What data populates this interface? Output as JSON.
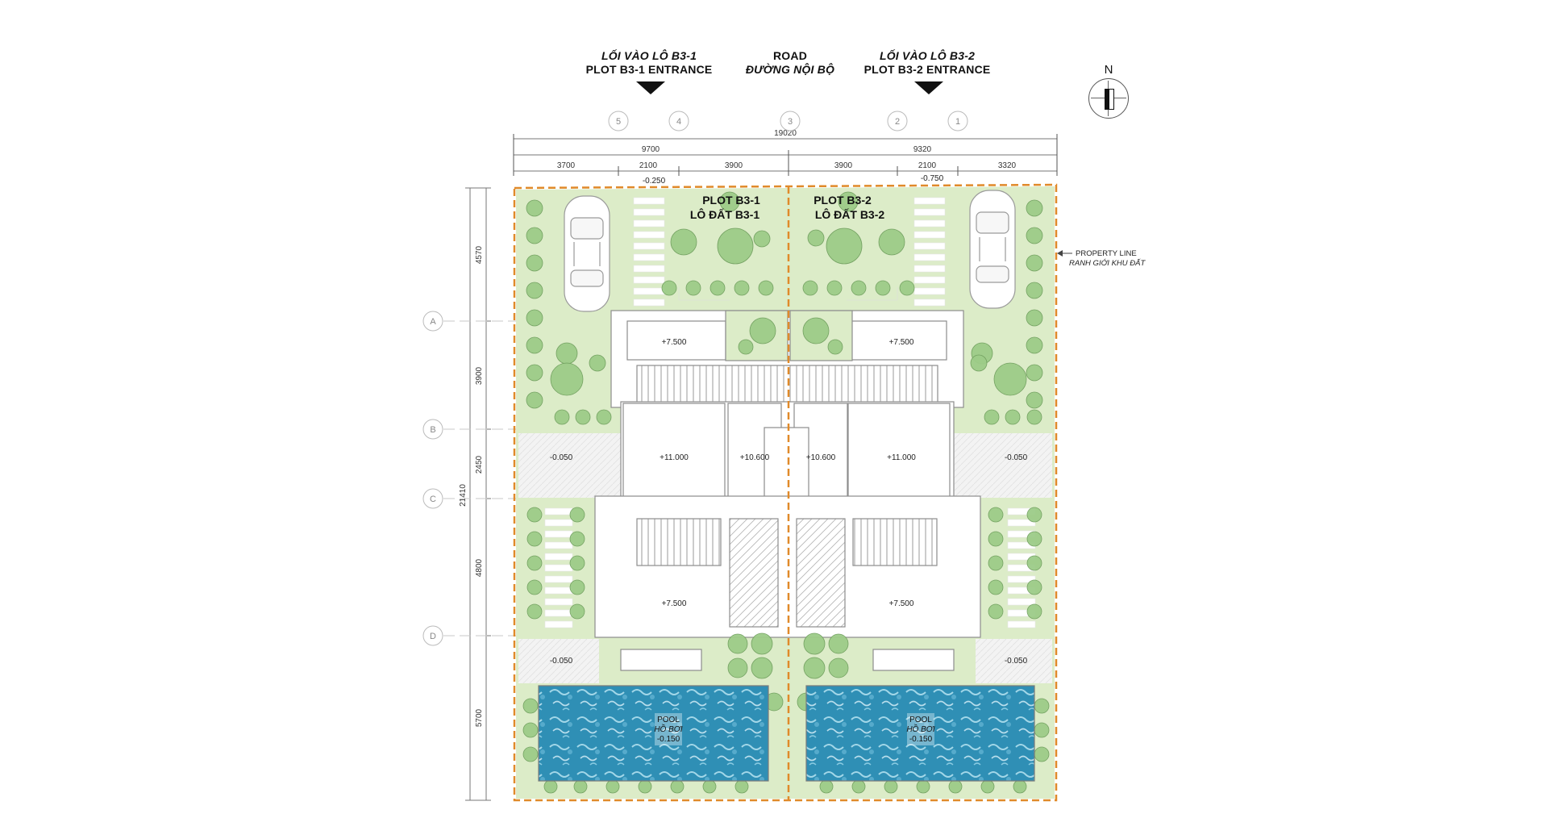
{
  "header": {
    "entrance_left_vi": "LỐI VÀO LÔ B3-1",
    "entrance_left_en": "PLOT B3-1 ENTRANCE",
    "road_en": "ROAD",
    "road_vi": "ĐƯỜNG NỘI BỘ",
    "entrance_right_vi": "LỐI VÀO LÔ B3-2",
    "entrance_right_en": "PLOT B3-2 ENTRANCE"
  },
  "north_label": "N",
  "grid_columns": [
    "5",
    "4",
    "3",
    "2",
    "1"
  ],
  "grid_rows": [
    "A",
    "B",
    "C",
    "D"
  ],
  "dims_top": {
    "total": "19020",
    "halves": [
      "9700",
      "9320"
    ],
    "segments": [
      "3700",
      "2100",
      "3900",
      "3900",
      "2100",
      "3320"
    ]
  },
  "dims_left": {
    "total": "21410",
    "segments": [
      "4570",
      "3900",
      "2450",
      "4800",
      "5700"
    ]
  },
  "plots": {
    "left_en": "PLOT B3-1",
    "left_vi": "LÔ ĐẤT B3-1",
    "right_en": "PLOT B3-2",
    "right_vi": "LÔ ĐẤT B3-2"
  },
  "property_line_en": "PROPERTY LINE",
  "property_line_vi": "RANH GIỚI KHU ĐẤT",
  "levels": {
    "entrance_left": "-0.250",
    "entrance_right": "-0.750",
    "roof_front": "+7.500",
    "roof_main": "+11.000",
    "roof_core": "+10.600",
    "yard_left": "-0.050",
    "yard_right": "-0.050",
    "rear_left": "-0.050",
    "rear_right": "-0.050",
    "roof_rear": "+7.500",
    "pool": "-0.150"
  },
  "pool_en": "POOL",
  "pool_vi": "HỒ BƠI",
  "colors": {
    "lawn": "#dcecc8",
    "tree": "#9dcc88",
    "tree_edge": "#6f9e5d",
    "property_line": "#e08a2a",
    "pool": "#2f8fb5"
  }
}
